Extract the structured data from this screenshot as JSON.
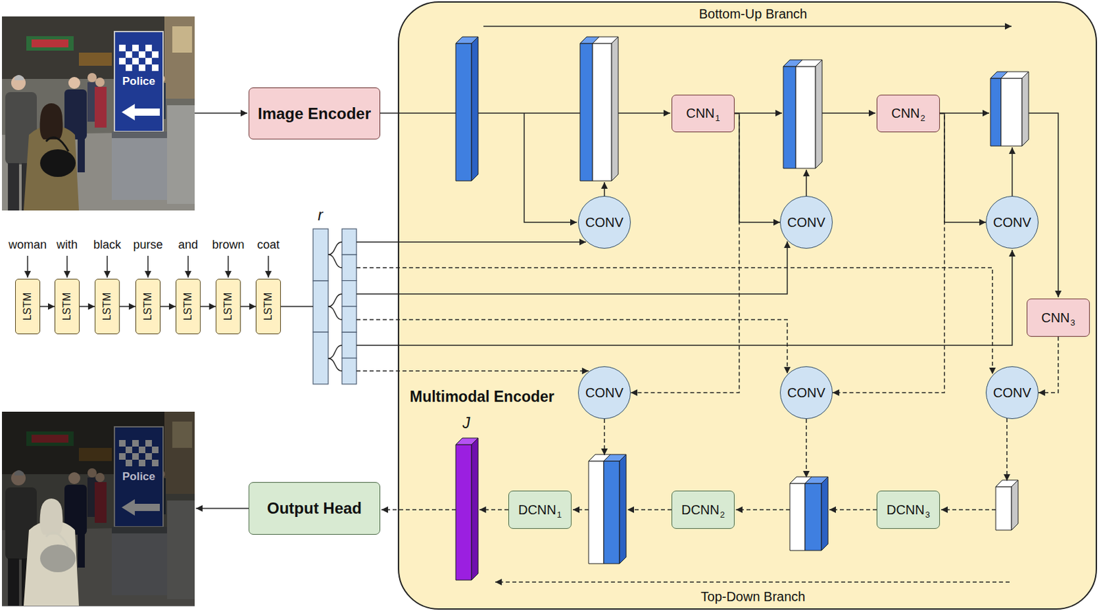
{
  "diagram": {
    "nodes": [
      {
        "text": [
          "Image Encoder"
        ]
      },
      {
        "text": [
          "Multimodal Encoder"
        ]
      },
      {
        "text": [
          "CNN",
          "1"
        ],
        "in": 1
      },
      {
        "text": [
          "CNN",
          "2"
        ],
        "in": 1
      },
      {
        "text": [
          "CONV"
        ],
        "in": 1
      },
      {
        "text": [
          "CONV"
        ],
        "in": 1
      },
      {
        "text": [
          "CONV"
        ],
        "in": 1
      },
      {
        "text": [
          "CNN",
          "3"
        ],
        "in": 1
      },
      {
        "text": [
          "CONV"
        ],
        "in": 1
      },
      {
        "text": [
          "CONV"
        ],
        "in": 1
      },
      {
        "text": [
          "CONV"
        ],
        "in": 1
      },
      {
        "text": [
          "DCNN",
          "1"
        ],
        "in": 1
      },
      {
        "text": [
          "DCNN",
          "2"
        ],
        "in": 1
      },
      {
        "text": [
          "DCNN",
          "3"
        ],
        "in": 1
      },
      {
        "text": [
          "LSTM"
        ]
      },
      {
        "text": [
          "LSTM"
        ]
      },
      {
        "text": [
          "LSTM"
        ]
      },
      {
        "text": [
          "LSTM"
        ]
      },
      {
        "text": [
          "LSTM"
        ]
      },
      {
        "text": [
          "LSTM"
        ]
      },
      {
        "text": [
          "LSTM"
        ]
      },
      {
        "text": [
          "Output Head"
        ]
      }
    ],
    "edges": [
      {
        "from": 14,
        "to": 15,
        "arrow": "to"
      },
      {
        "from": 15,
        "to": 16,
        "arrow": "to"
      },
      {
        "from": 16,
        "to": 17,
        "arrow": "to"
      },
      {
        "from": 17,
        "to": 18,
        "arrow": "to"
      },
      {
        "from": 18,
        "to": 19,
        "arrow": "to"
      },
      {
        "from": 19,
        "to": 20,
        "arrow": "to"
      },
      {
        "from": 2,
        "to": 5,
        "arrow": "to"
      },
      {
        "from": 3,
        "to": 6,
        "arrow": "to"
      },
      {
        "from": 2,
        "to": 8,
        "arrow": "to"
      },
      {
        "from": 3,
        "to": 9,
        "arrow": "to"
      },
      {
        "from": 7,
        "to": 10,
        "arrow": "to"
      }
    ],
    "labels": [
      "woman",
      "with",
      "black",
      "purse",
      "and",
      "brown",
      "coat",
      "r",
      "J",
      "Bottom-Up Branch",
      "Top-Down Branch",
      "Police",
      "Police"
    ]
  }
}
